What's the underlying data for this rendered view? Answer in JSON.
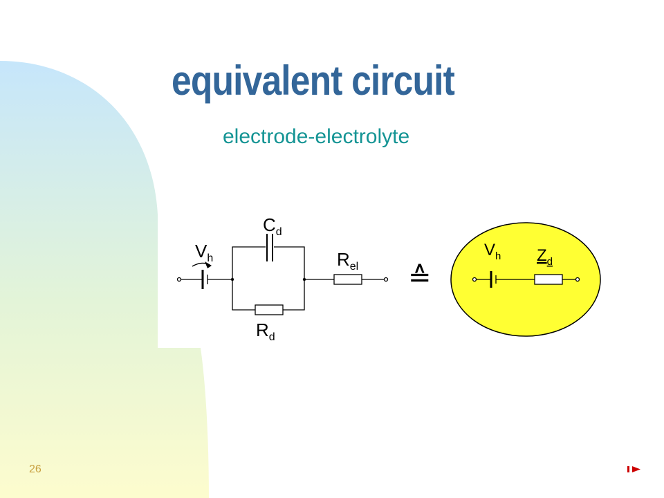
{
  "slide": {
    "title": "equivalent circuit",
    "subtitle": "electrode-electrolyte",
    "number": "26"
  },
  "circuit": {
    "cap_label": {
      "main": "C",
      "sub": "d"
    },
    "source_label": {
      "main": "V",
      "sub": "h"
    },
    "rd_label": {
      "main": "R",
      "sub": "d"
    },
    "rel_label": {
      "main": "R",
      "sub": "el"
    },
    "equiv_source_label": {
      "main": "V",
      "sub": "h"
    },
    "equiv_impedance_label": {
      "main": "Z",
      "sub": "d"
    },
    "equiv_symbol": "≙",
    "equiv_fill": "#ffff33"
  },
  "colors": {
    "title": "#336699",
    "subtitle": "#149494",
    "slide_number": "#c8a040",
    "nav_red": "#cc0000"
  },
  "nav": {
    "icon": "next-slide-icon"
  }
}
